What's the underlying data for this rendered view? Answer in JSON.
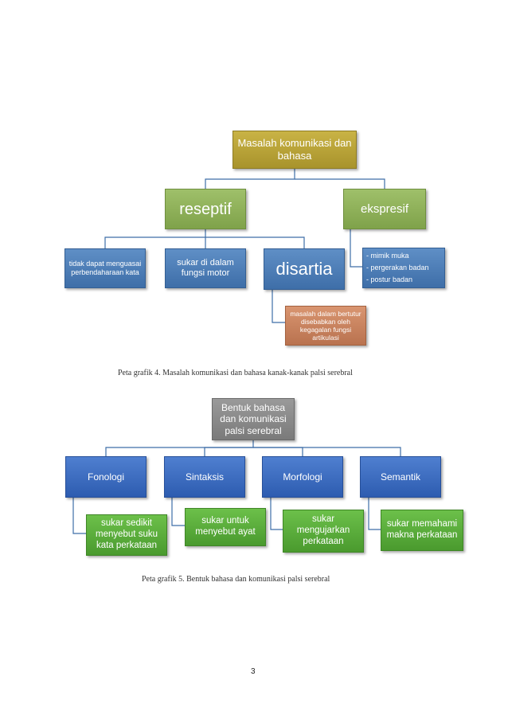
{
  "diagram1": {
    "root": "Masalah komunikasi dan bahasa",
    "reseptif": "reseptif",
    "ekspresif": "ekspresif",
    "leaf1": "tidak dapat menguasai perbendaharaan kata",
    "leaf2": "sukar di dalam fungsi motor",
    "disartia": "disartia",
    "disartia_child": "masalah dalam bertutur disebabkan oleh kegagalan fungsi artikulasi",
    "ekspresif_items": [
      "- mimik muka",
      "- pergerakan badan",
      "- postur badan"
    ],
    "caption": "Peta grafik 4. Masalah komunikasi dan bahasa kanak-kanak palsi serebral"
  },
  "diagram2": {
    "root": "Bentuk bahasa dan komunikasi palsi serebral",
    "categories": [
      "Fonologi",
      "Sintaksis",
      "Morfologi",
      "Semantik"
    ],
    "children": [
      "sukar sedikit menyebut suku kata perkataan",
      "sukar untuk menyebut ayat",
      "sukar mengujarkan perkataan",
      "sukar memahami makna perkataan"
    ],
    "caption": "Peta grafik 5. Bentuk bahasa dan komunikasi palsi serebral"
  },
  "page_number": "3",
  "colors": {
    "olive": "#b8a235",
    "green": "#8db35a",
    "blue": "#4a7ab6",
    "orange": "#c9805d",
    "gray": "#8a8a8a",
    "blue_bright": "#3a6cc0",
    "green_bright": "#5cb03a"
  }
}
